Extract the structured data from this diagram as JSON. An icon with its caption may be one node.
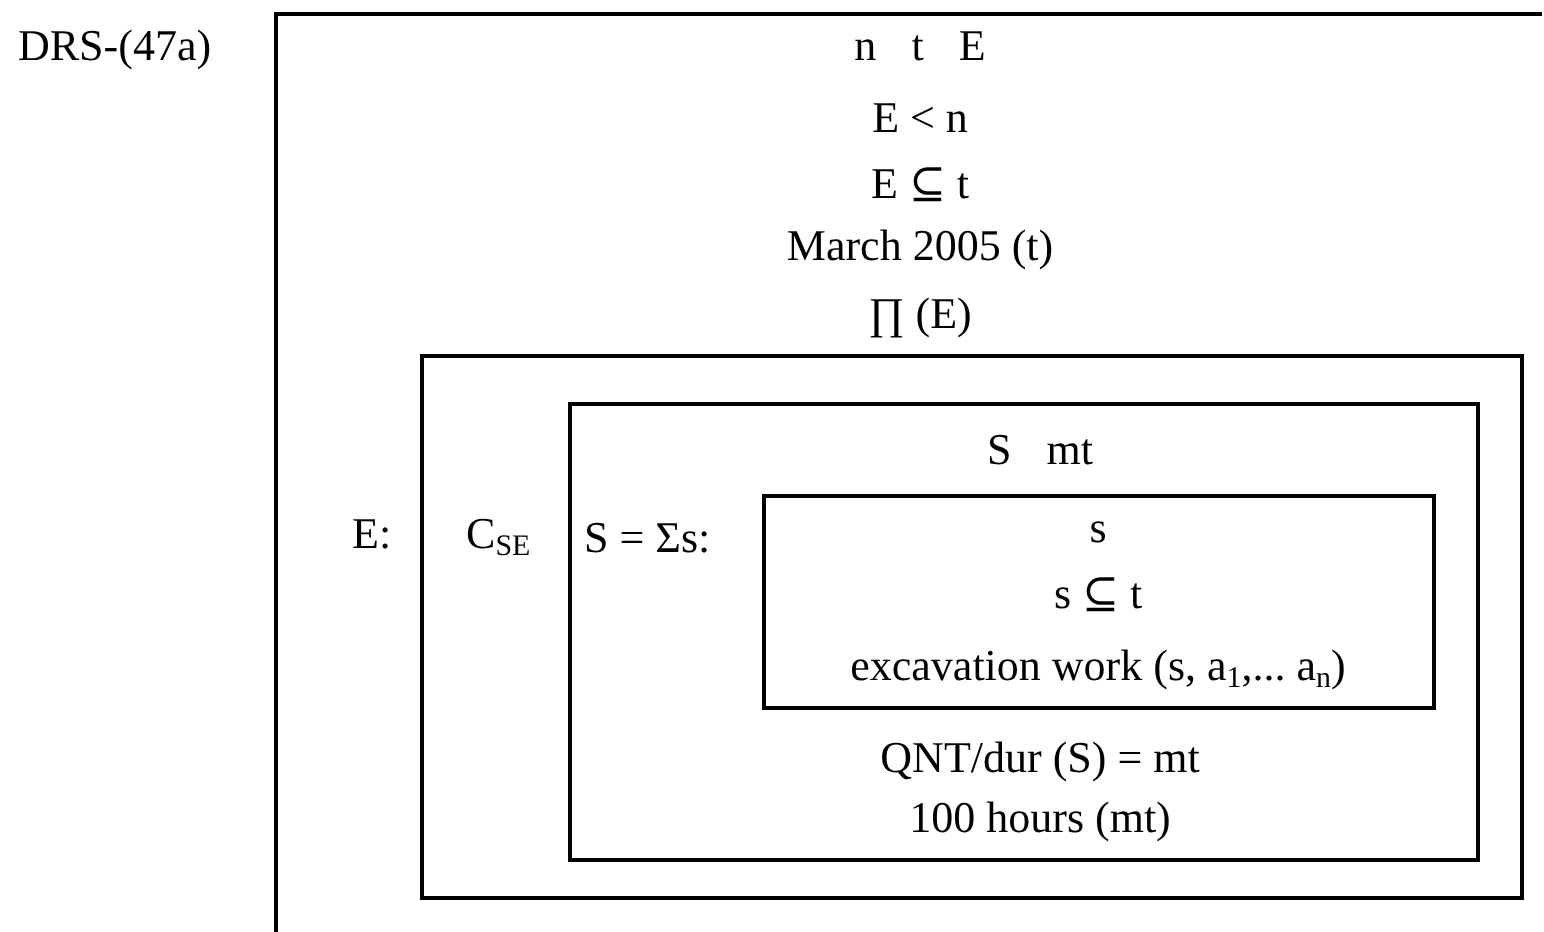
{
  "diagram": {
    "nodes": [
      {
        "text": [
          "n t E",
          "E < n",
          "E ⊆ t",
          "March 2005 (t)",
          "∏ (E)"
        ],
        "beside": [
          "DRS-(47a)"
        ]
      },
      {
        "text": [
          "E:",
          "C$_{SE}$"
        ],
        "in": 0
      },
      {
        "text": [
          "S mt",
          "S = Σs:",
          "QNT/dur (S) = mt",
          "100 hours (mt)"
        ],
        "in": 1
      },
      {
        "text": [
          "s",
          "s ⊆ t",
          "excavation work (s, a$_{1}$,... a$_{n}$)"
        ],
        "in": 2
      }
    ]
  }
}
